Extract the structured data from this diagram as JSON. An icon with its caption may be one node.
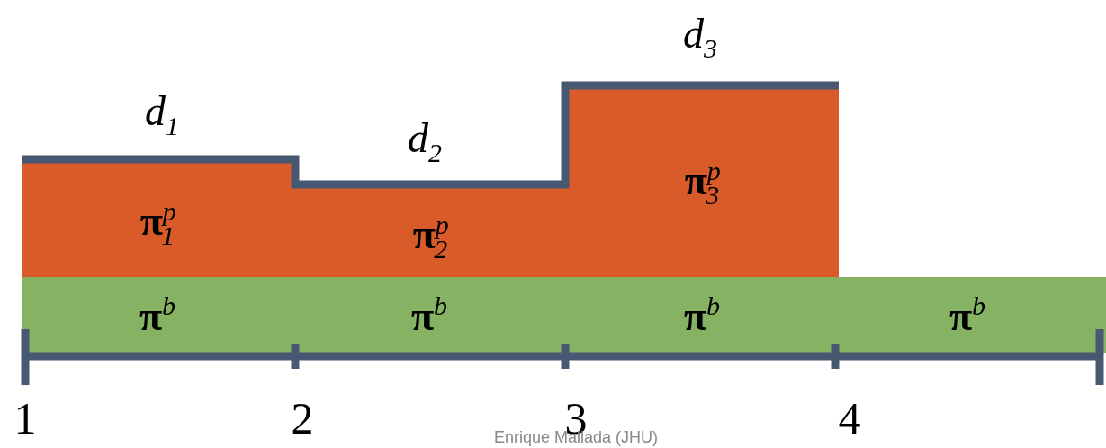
{
  "diagram": {
    "nodes": [
      {
        "text": [
          "**π**$^{p}$$_{1}$"
        ],
        "beside": [
          "*d*$_{1}$"
        ]
      },
      {
        "text": [
          "**π**$^{p}$$_{2}$"
        ],
        "beside": [
          "*d*$_{2}$"
        ]
      },
      {
        "text": [
          "**π**$^{p}$$_{3}$"
        ],
        "beside": [
          "*d*$_{3}$"
        ]
      },
      {
        "text": [
          "**π**$^{b}$",
          "**π**$^{b}$",
          "**π**$^{b}$",
          "**π**$^{b}$"
        ]
      }
    ],
    "labels": [
      "1",
      "2",
      "3",
      "4",
      "Enrique Mallada (JHU)"
    ]
  }
}
